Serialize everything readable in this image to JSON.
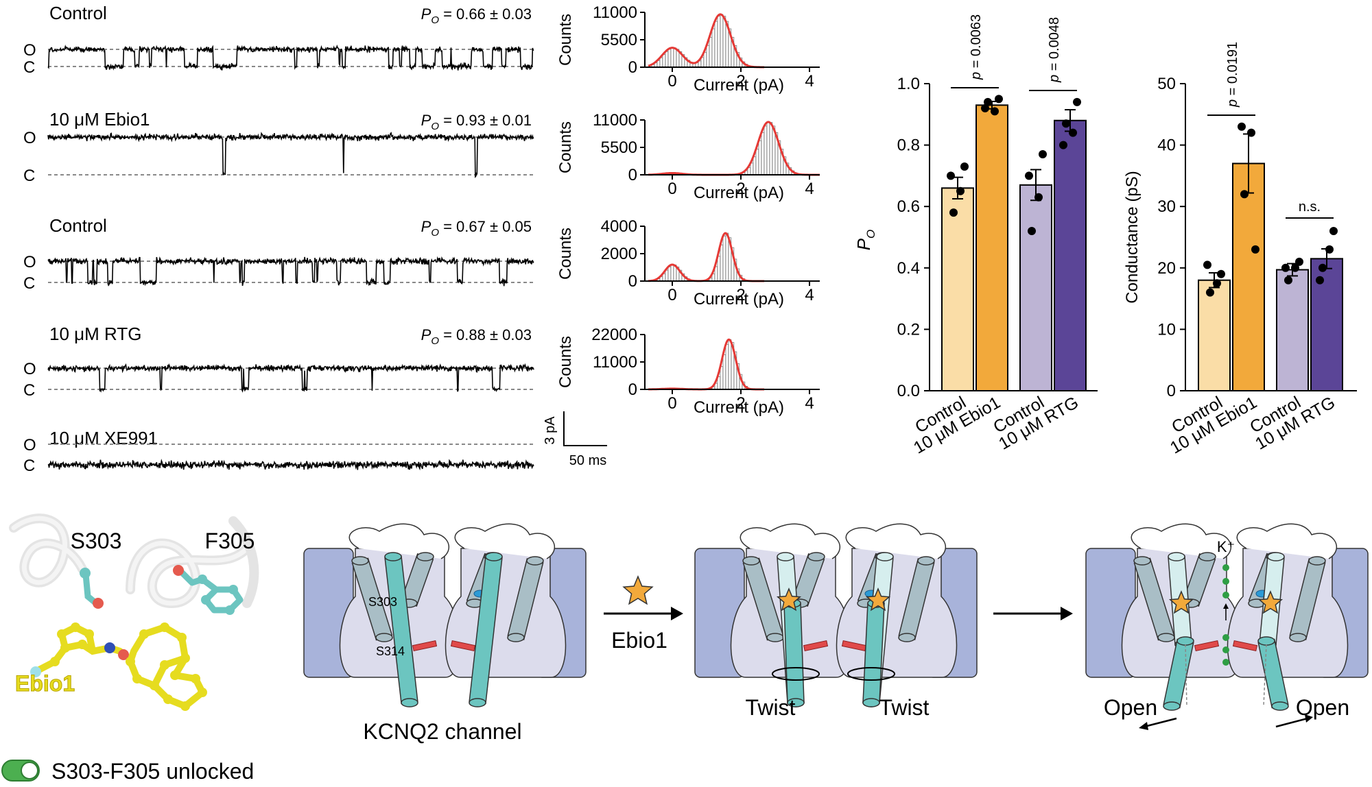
{
  "traces": {
    "open_label": "O",
    "closed_label": "C",
    "scale_current": "3 pA",
    "scale_time": "50 ms",
    "rows": [
      {
        "label": "Control",
        "po_text": "= 0.66 ± 0.03",
        "po": 0.66,
        "open_level": 1.0
      },
      {
        "label": "10 μM Ebio1",
        "po_text": "= 0.93 ± 0.01",
        "po": 0.93,
        "open_level": 1.0
      },
      {
        "label": "Control",
        "po_text": "= 0.67 ± 0.05",
        "po": 0.67,
        "open_level": 1.0
      },
      {
        "label": "10 μM RTG",
        "po_text": "= 0.88 ± 0.03",
        "po": 0.88,
        "open_level": 1.0
      },
      {
        "label": "10 μM XE991",
        "po_text": "",
        "po": 0.0,
        "open_level": 1.0
      }
    ],
    "po_symbol": "P",
    "po_subscript": "O"
  },
  "chart_data": [
    {
      "type": "bar",
      "subtype": "histogram-set",
      "xlabel": "Current (pA)",
      "ylabel": "Counts",
      "xticks": [
        0,
        2,
        4
      ],
      "xlim": [
        -0.8,
        4.3
      ],
      "panels": [
        {
          "yticks": [
            0,
            5500,
            11000
          ],
          "ylim": [
            0,
            11000
          ],
          "peaks": [
            {
              "mean": 0.0,
              "sd": 0.3,
              "height": 3900
            },
            {
              "mean": 1.4,
              "sd": 0.3,
              "height": 10600
            }
          ]
        },
        {
          "yticks": [
            0,
            5500,
            11000
          ],
          "ylim": [
            0,
            11000
          ],
          "peaks": [
            {
              "mean": 0.0,
              "sd": 0.3,
              "height": 350
            },
            {
              "mean": 2.8,
              "sd": 0.3,
              "height": 10600
            }
          ]
        },
        {
          "yticks": [
            0,
            2000,
            4000
          ],
          "ylim": [
            0,
            4000
          ],
          "peaks": [
            {
              "mean": 0.0,
              "sd": 0.22,
              "height": 1200
            },
            {
              "mean": 1.55,
              "sd": 0.2,
              "height": 3500
            }
          ]
        },
        {
          "yticks": [
            0,
            11000,
            22000
          ],
          "ylim": [
            0,
            22000
          ],
          "peaks": [
            {
              "mean": 0.0,
              "sd": 0.3,
              "height": 300
            },
            {
              "mean": 1.65,
              "sd": 0.2,
              "height": 20000
            }
          ]
        }
      ]
    },
    {
      "type": "bar",
      "ylabel": "P",
      "ylabel_sub": "O",
      "ylim": [
        0,
        1.0
      ],
      "yticks": [
        "0.0",
        "0.2",
        "0.4",
        "0.6",
        "0.8",
        "1.0"
      ],
      "categories": [
        "Control",
        "10 μM Ebio1",
        "Control",
        "10 μM RTG"
      ],
      "values": [
        0.66,
        0.93,
        0.67,
        0.88
      ],
      "errors": [
        0.035,
        0.012,
        0.05,
        0.035
      ],
      "points": [
        [
          0.7,
          0.58,
          0.65,
          0.73
        ],
        [
          0.92,
          0.94,
          0.91,
          0.95
        ],
        [
          0.7,
          0.52,
          0.63,
          0.77
        ],
        [
          0.8,
          0.87,
          0.84,
          0.94
        ]
      ],
      "colors": [
        "#FADDA7",
        "#F2A93B",
        "#BDB4D4",
        "#5B4597"
      ],
      "comparisons": [
        {
          "from": 0,
          "to": 1,
          "label": "p = 0.0063"
        },
        {
          "from": 2,
          "to": 3,
          "label": "p = 0.0048"
        }
      ]
    },
    {
      "type": "bar",
      "ylabel": "Conductance (pS)",
      "ylim": [
        0,
        50
      ],
      "yticks": [
        "0",
        "10",
        "20",
        "30",
        "40",
        "50"
      ],
      "categories": [
        "Control",
        "10 μM Ebio1",
        "Control",
        "10 μM RTG"
      ],
      "values": [
        18,
        37,
        19.7,
        21.5
      ],
      "errors": [
        1.2,
        4.8,
        1.0,
        1.6
      ],
      "points": [
        [
          20.5,
          16,
          17.5,
          19
        ],
        [
          43,
          32,
          42,
          23
        ],
        [
          20,
          18,
          20,
          21
        ],
        [
          18,
          20,
          23,
          26
        ]
      ],
      "colors": [
        "#FADDA7",
        "#F2A93B",
        "#BDB4D4",
        "#5B4597"
      ],
      "comparisons": [
        {
          "from": 0,
          "to": 1,
          "label": "p = 0.0191"
        },
        {
          "from": 2,
          "to": 3,
          "label": "n.s."
        }
      ]
    }
  ],
  "structure": {
    "labels": [
      "S303",
      "F305"
    ],
    "ligand": "Ebio1"
  },
  "diagram": {
    "channel_caption": "KCNQ2 channel",
    "residue_labels": [
      "S303",
      "S314"
    ],
    "arrow_label": "Ebio1",
    "twist_label": "Twist",
    "open_label": "Open",
    "ion_label": "K⁺"
  },
  "toggle": {
    "label": "S303-F305 unlocked",
    "color": "#4CAF50"
  },
  "colors": {
    "trace": "#000000",
    "fit": "#E53935",
    "dashed": "#888888",
    "membrane": "#A8B3DA",
    "helix": "#6CC5C0",
    "helix_light": "#D6EEEE",
    "helix_grey": "#A9BEC6",
    "star": "#F2A93B"
  }
}
